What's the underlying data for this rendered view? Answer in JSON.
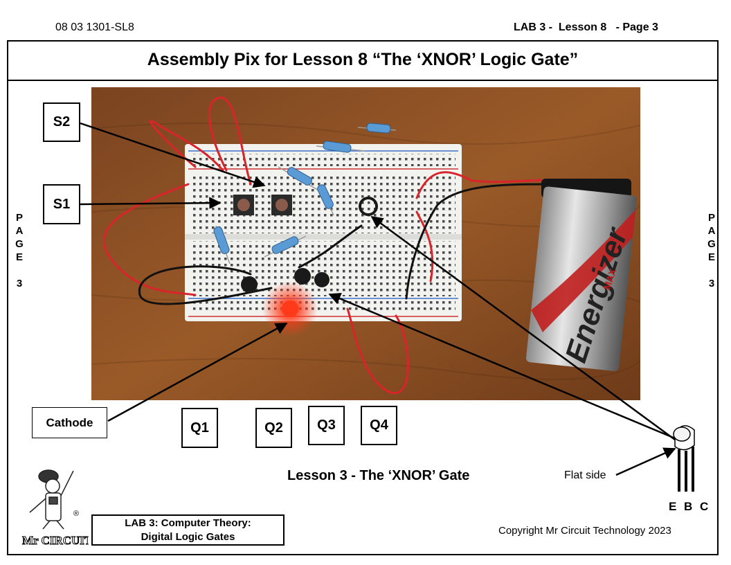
{
  "header": {
    "doc_id": "08 03 1301-SL8",
    "page_ref": "LAB 3 -  Lesson 8   - Page 3"
  },
  "title": "Assembly Pix for Lesson 8 “The ‘XNOR’ Logic Gate”",
  "side_label": "P\nA\nG\nE\n\n3",
  "labels": {
    "s2": "S2",
    "s1": "S1",
    "cathode": "Cathode",
    "q1": "Q1",
    "q2": "Q2",
    "q3": "Q3",
    "q4": "Q4"
  },
  "battery_label": "Energizer",
  "battery_sub": "MAX",
  "lesson_caption": "Lesson 3 - The ‘XNOR’ Gate",
  "transistor": {
    "flat_side": "Flat side",
    "pins": "E B C"
  },
  "footer": {
    "lab_line1": "LAB 3:  Computer Theory:",
    "lab_line2": "Digital Logic Gates",
    "copyright": "Copyright Mr Circuit Technology 2023",
    "logo_text": "Mr CIRCUIT",
    "registered": "®"
  },
  "colors": {
    "wood": "#8a4f22",
    "wire_red": "#d8242a",
    "resistor": "#5b9bd5",
    "led": "#ff3a1a"
  }
}
